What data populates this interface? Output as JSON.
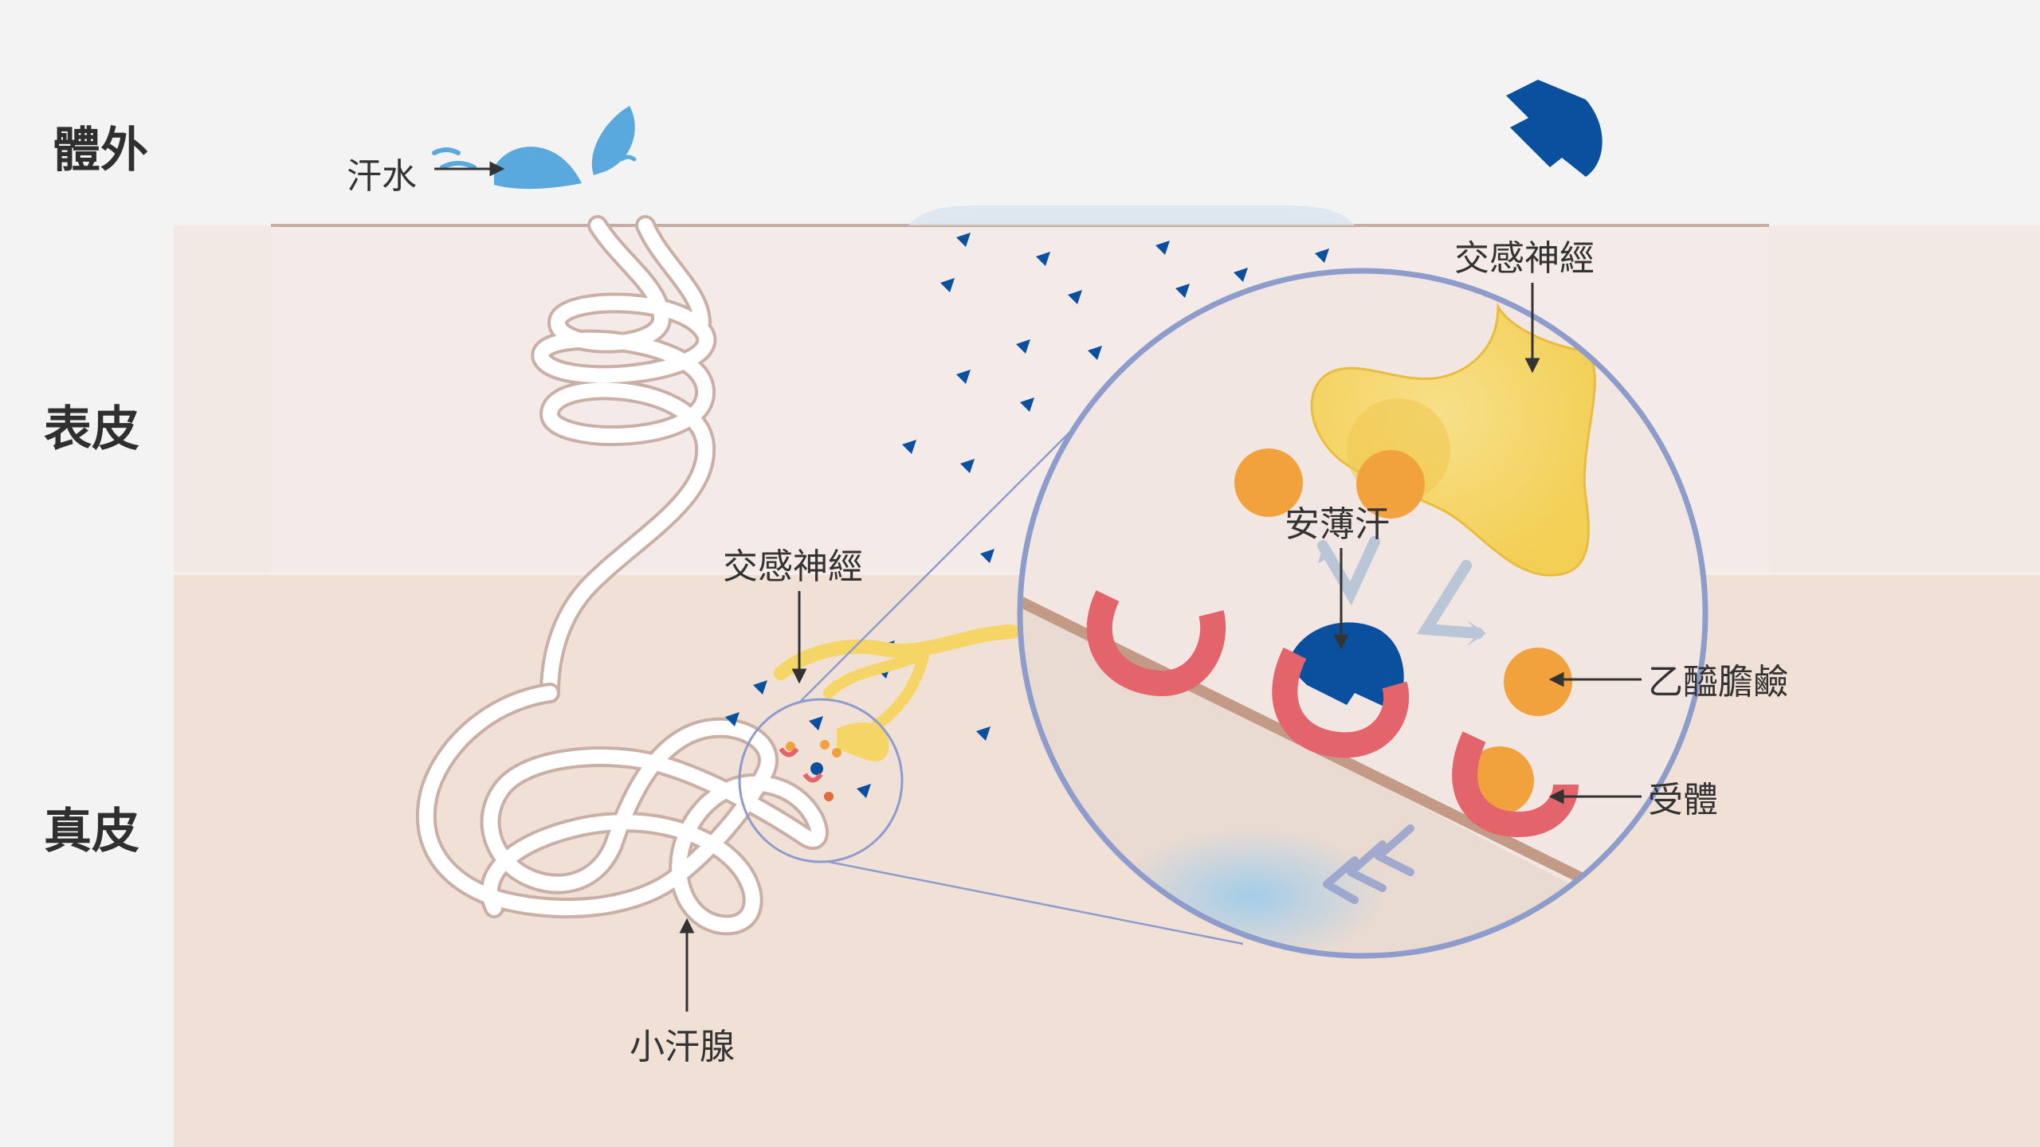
{
  "layers": {
    "outside": "體外",
    "epidermis": "表皮",
    "dermis": "真皮"
  },
  "labels": {
    "sweat": "汗水",
    "sympathetic_nerve_top": "交感神經",
    "sympathetic_nerve_small": "交感神經",
    "drug": "安薄汗",
    "acetylcholine": "乙醯膽鹼",
    "receptor": "受體",
    "sweat_gland": "小汗腺"
  },
  "colors": {
    "dermis": "#f0e0d6",
    "epidermis": "#f2e8e4",
    "outside": "#f3f3f3",
    "drug_blue": "#0b4f9f",
    "acetylcholine_orange": "#f2a23c",
    "receptor_red": "#e3646a",
    "nerve_yellow": "#f5d565",
    "zoom_ring": "#8e9ccc",
    "sweat_blue": "#5aa9de"
  }
}
